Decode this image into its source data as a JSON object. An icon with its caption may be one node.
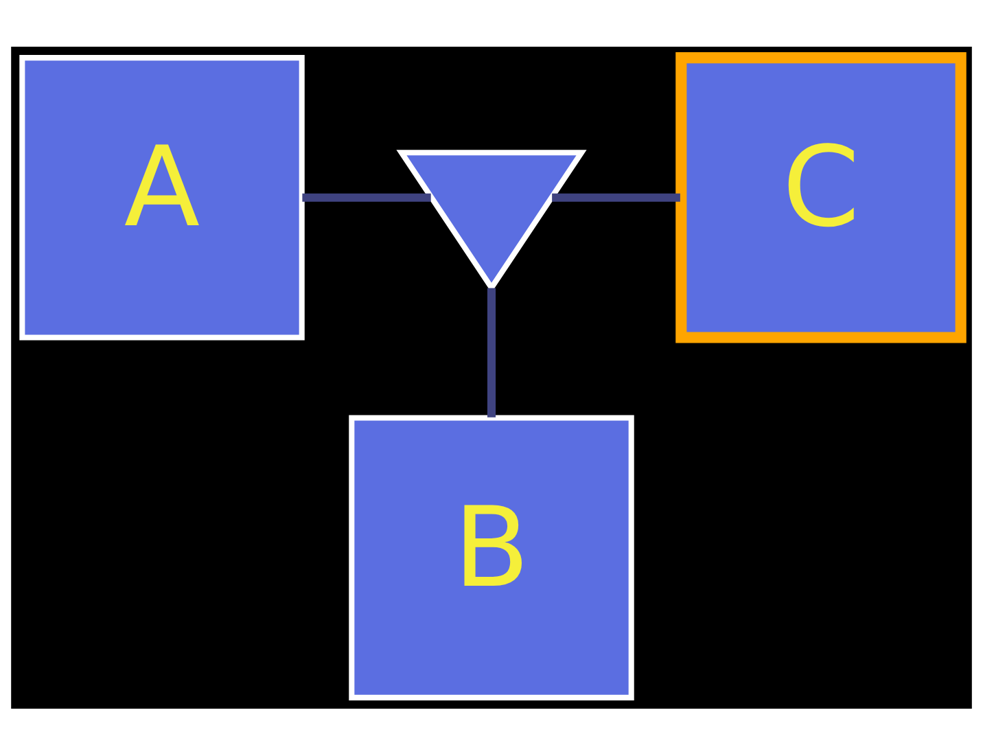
{
  "diagram": {
    "nodes": [
      {
        "text": [
          "A"
        ]
      },
      {
        "text": [],
        "shape": "triangle"
      },
      {
        "text": [
          "C"
        ]
      },
      {
        "text": [
          "B"
        ]
      }
    ],
    "edges": [
      {
        "from": 0,
        "to": 1,
        "arrow": "none"
      },
      {
        "from": 1,
        "to": 2,
        "arrow": "none"
      },
      {
        "from": 1,
        "to": 3,
        "arrow": "none"
      }
    ]
  }
}
